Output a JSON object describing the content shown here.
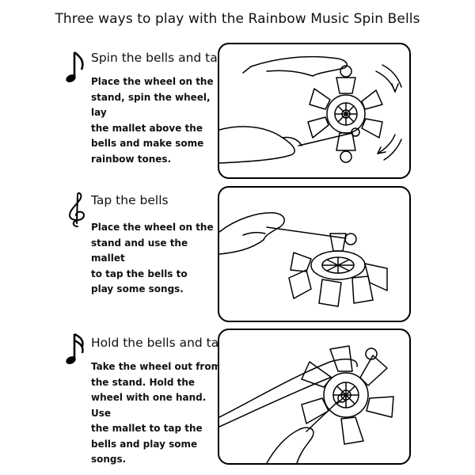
{
  "page": {
    "title": "Three ways to play with the Rainbow Music Spin Bells"
  },
  "sections": [
    {
      "icon": "eighth-note-icon",
      "heading": "Spin the bells and tap",
      "description": "Place the wheel on the\nstand, spin the wheel, lay\nthe mallet above the\nbells and make some\nrainbow tones."
    },
    {
      "icon": "treble-clef-icon",
      "heading": "Tap the bells",
      "description": "Place the wheel on the\nstand and use the mallet\nto tap the bells to\nplay some songs."
    },
    {
      "icon": "sixteenth-note-icon",
      "heading": "Hold the bells and tap",
      "description": "Take the wheel out from\nthe stand.  Hold the\nwheel with one hand.  Use\nthe mallet to tap the\nbells and play some songs."
    }
  ]
}
